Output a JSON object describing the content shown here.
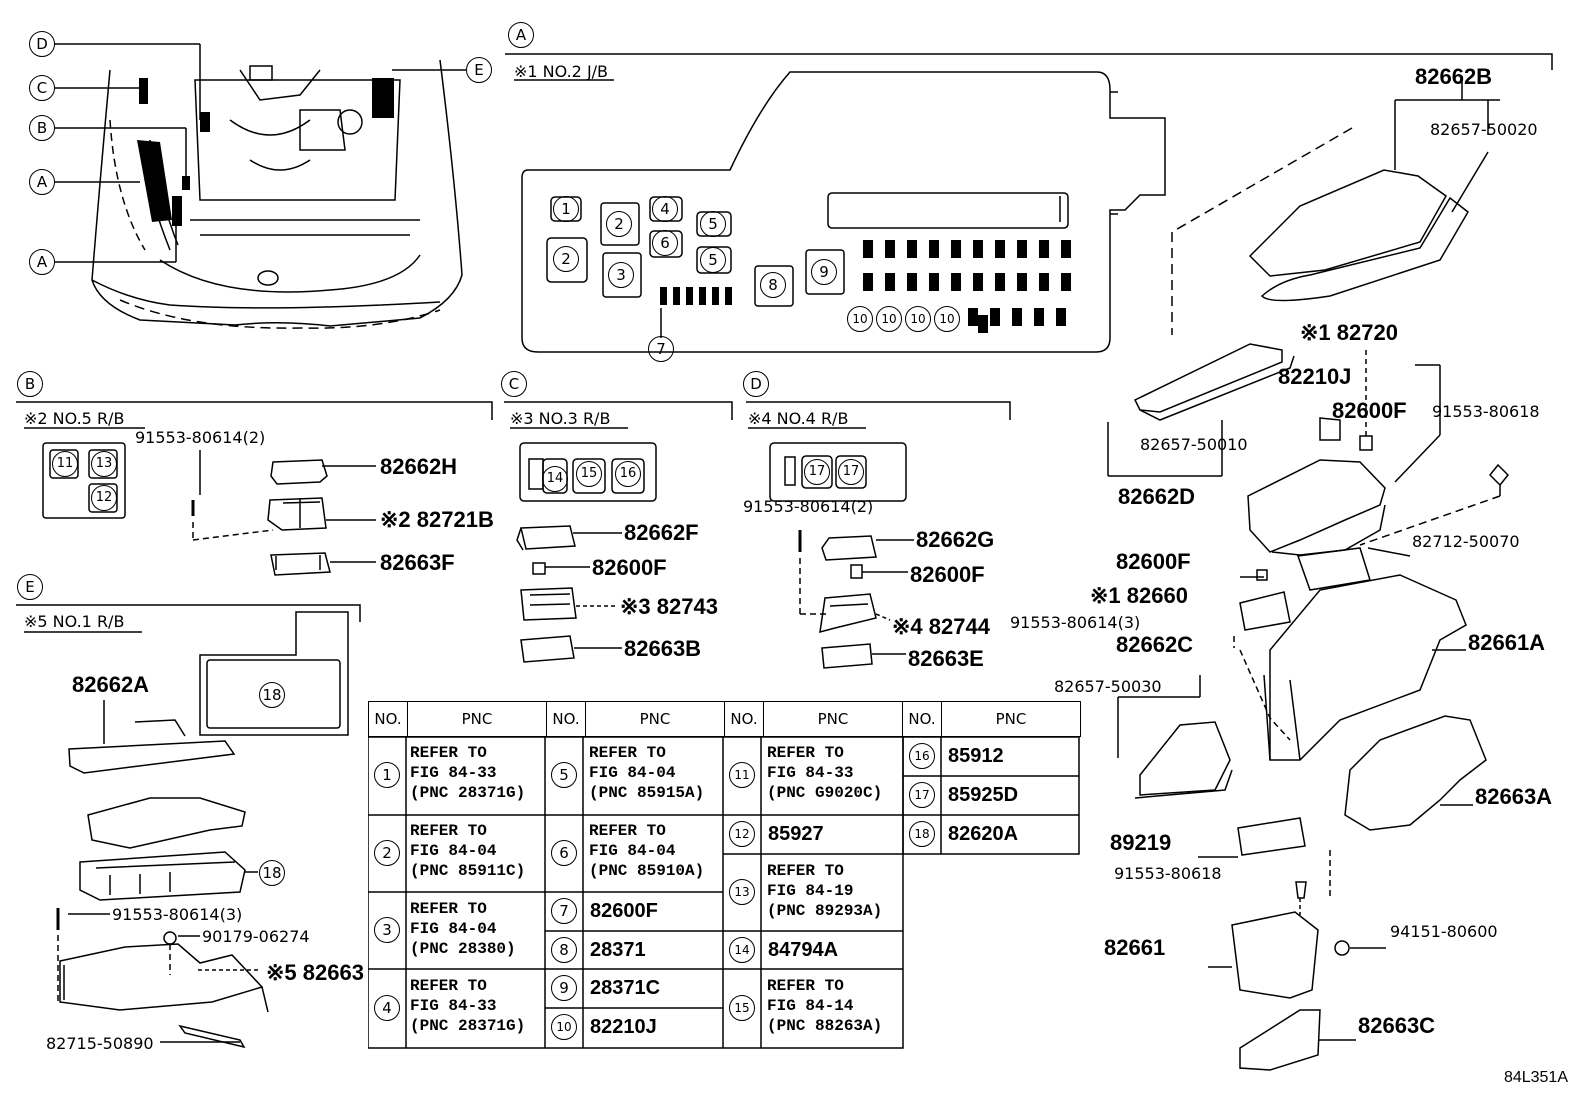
{
  "section_markers": {
    "A": "A",
    "B": "B",
    "C": "C",
    "D": "D",
    "E": "E"
  },
  "headers": {
    "jb": "※1 NO.2 J/B",
    "rb5": "※2 NO.5 R/B",
    "rb3": "※3 NO.3 R/B",
    "rb4": "※4 NO.4 R/B",
    "rb1": "※5 NO.1 R/B"
  },
  "jb_circles": [
    "1",
    "2",
    "2",
    "3",
    "4",
    "5",
    "6",
    "5",
    "8",
    "9",
    "10",
    "10",
    "10",
    "10",
    "7"
  ],
  "b_circles": [
    "11",
    "13",
    "12"
  ],
  "c_circles": [
    "14",
    "15",
    "16"
  ],
  "d_circles": [
    "17",
    "17"
  ],
  "e_circles": [
    "18",
    "18"
  ],
  "labels_b": {
    "bolt": "91553-80614(2)",
    "cover": "82662H",
    "block": "※2 82721B",
    "lower": "82663F"
  },
  "labels_c": {
    "cover": "82662F",
    "relay": "82600F",
    "block": "※3 82743",
    "lower": "82663B"
  },
  "labels_d": {
    "bolt": "91553-80614(2)",
    "cover": "82662G",
    "relay": "82600F",
    "block": "※4 82744",
    "lower": "82663E"
  },
  "labels_e": {
    "cover": "82662A",
    "bolt": "91553-80614(3)",
    "nut": "90179-06274",
    "block": "※5 82663",
    "bracket": "82715-50890"
  },
  "labels_a": {
    "p82662B": "82662B",
    "p82657_50020": "82657-50020",
    "p82720": "※1 82720",
    "p82210J": "82210J",
    "p82600F_1": "82600F",
    "p91553_80618_1": "91553-80618",
    "p82657_50010": "82657-50010",
    "p82662D": "82662D",
    "p82712": "82712-50070",
    "p82600F_2": "82600F",
    "p82660": "※1 82660",
    "p91553_80614_3": "91553-80614(3)",
    "p82662C": "82662C",
    "p82661A": "82661A",
    "p82657_50030": "82657-50030",
    "p82663A": "82663A",
    "p89219": "89219",
    "p91553_80618_2": "91553-80618",
    "p94151": "94151-80600",
    "p82661": "82661",
    "p82663C": "82663C"
  },
  "table": {
    "headers": {
      "no": "NO.",
      "pnc": "PNC"
    },
    "col1": [
      {
        "no": "1",
        "pnc": "REFER TO\nFIG 84-33\n(PNC 28371G)"
      },
      {
        "no": "2",
        "pnc": "REFER TO\nFIG 84-04\n(PNC 85911C)"
      },
      {
        "no": "3",
        "pnc": "REFER TO\nFIG 84-04\n(PNC 28380)"
      },
      {
        "no": "4",
        "pnc": "REFER TO\nFIG 84-33\n(PNC 28371G)"
      }
    ],
    "col2": [
      {
        "no": "5",
        "pnc": "REFER TO\nFIG 84-04\n(PNC 85915A)"
      },
      {
        "no": "6",
        "pnc": "REFER TO\nFIG 84-04\n(PNC 85910A)"
      },
      {
        "no": "7",
        "pnc": "82600F"
      },
      {
        "no": "8",
        "pnc": "28371"
      },
      {
        "no": "9",
        "pnc": "28371C"
      },
      {
        "no": "10",
        "pnc": "82210J"
      }
    ],
    "col3": [
      {
        "no": "11",
        "pnc": "REFER TO\nFIG 84-33\n(PNC G9020C)"
      },
      {
        "no": "12",
        "pnc": "85927"
      },
      {
        "no": "13",
        "pnc": "REFER TO\nFIG 84-19\n(PNC 89293A)"
      },
      {
        "no": "14",
        "pnc": "84794A"
      },
      {
        "no": "15",
        "pnc": "REFER TO\nFIG 84-14\n(PNC 88263A)"
      }
    ],
    "col4": [
      {
        "no": "16",
        "pnc": "85912"
      },
      {
        "no": "17",
        "pnc": "85925D"
      },
      {
        "no": "18",
        "pnc": "82620A"
      }
    ]
  },
  "figure_code": "84L351A"
}
